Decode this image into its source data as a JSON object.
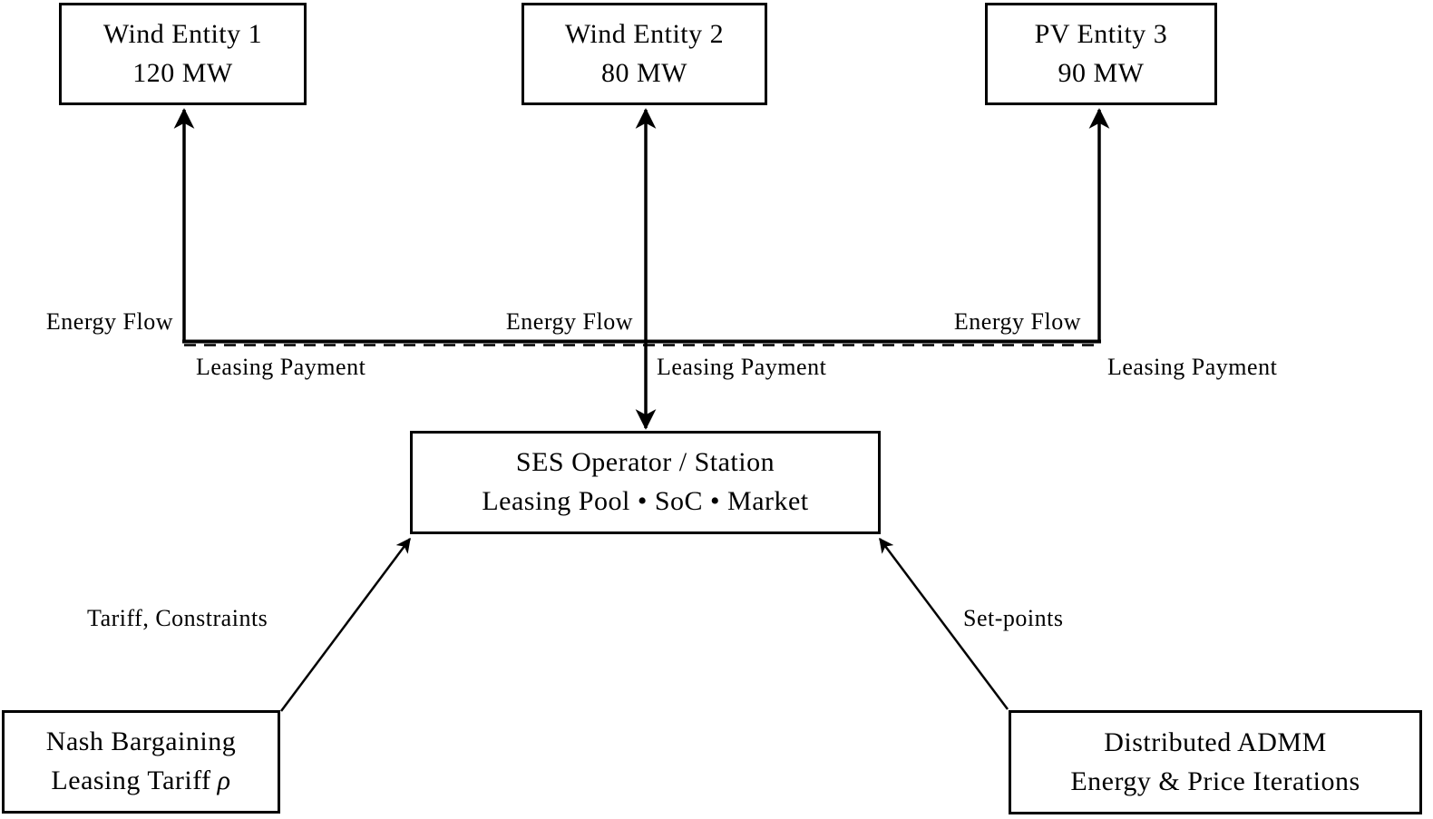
{
  "diagram": {
    "entities": {
      "wind1": {
        "line1": "Wind Entity 1",
        "line2": "120 MW"
      },
      "wind2": {
        "line1": "Wind Entity 2",
        "line2": "80 MW"
      },
      "pv3": {
        "line1": "PV Entity 3",
        "line2": "90 MW"
      },
      "ses": {
        "line1": "SES Operator / Station",
        "line2": "Leasing Pool • SoC • Market"
      },
      "nash": {
        "line1": "Nash Bargaining",
        "line2": "Leasing Tariff",
        "rho": "ρ"
      },
      "admm": {
        "line1": "Distributed ADMM",
        "line2": "Energy & Price Iterations"
      }
    },
    "labels": {
      "energy_flow_1": "Energy Flow",
      "energy_flow_2": "Energy Flow",
      "energy_flow_3": "Energy Flow",
      "leasing_payment_1": "Leasing Payment",
      "leasing_payment_2": "Leasing Payment",
      "leasing_payment_3": "Leasing Payment",
      "tariff_constraints": "Tariff, Constraints",
      "set_points": "Set-points"
    },
    "colors": {
      "line": "#000000",
      "background": "#ffffff",
      "text": "#000000"
    }
  }
}
